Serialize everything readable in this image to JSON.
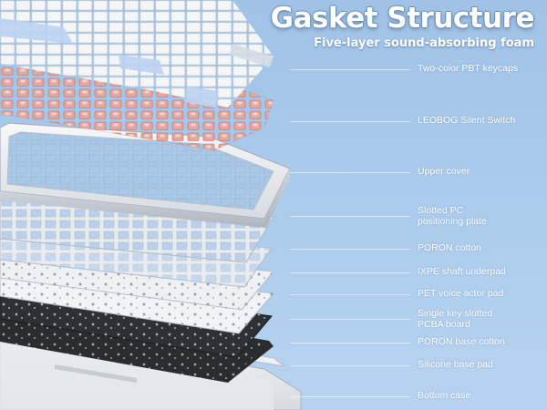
{
  "header": {
    "title": "Gasket Structure",
    "subtitle": "Five-layer sound-absorbing foam"
  },
  "layers": [
    {
      "label": "Two-color PBT keycaps"
    },
    {
      "label": "LEOBOG Silent Switch"
    },
    {
      "label": "Upper cover"
    },
    {
      "label": "Slotted PC\npositioning plate"
    },
    {
      "label": "PORON cotton"
    },
    {
      "label": "IXPE shaft underpad"
    },
    {
      "label": "PET voice actor pad"
    },
    {
      "label": "Single key slotted\nPCBA board"
    },
    {
      "label": "PORON base cotton"
    },
    {
      "label": "Silicone base pad"
    },
    {
      "label": "Bottom case"
    }
  ],
  "colors": {
    "background": "#a8c9ea",
    "keycap_white": "#f1f3f6",
    "keycap_blue": "#bcd3f2",
    "switch_pink": "#e8a9a0",
    "pcb_black": "#2b2c30",
    "case_white": "#eef0f3"
  }
}
